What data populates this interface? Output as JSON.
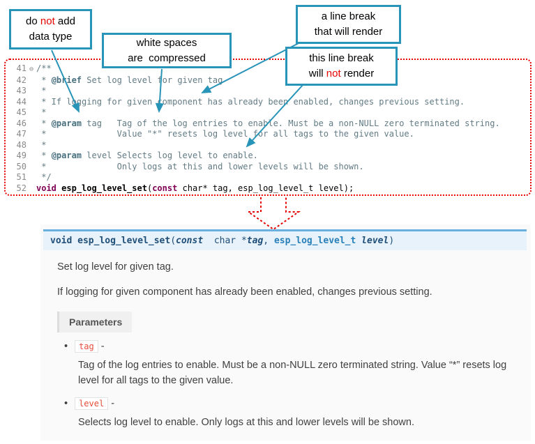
{
  "colors": {
    "callout_border": "#2894b8",
    "annotation_red": "#e60000",
    "code_border": "#e60000",
    "sig_bar_bg": "#e7f2fa",
    "sig_bar_border": "#6ab0de",
    "param_chip_text": "#e74c3c"
  },
  "annotations": {
    "c1": {
      "pre": "do ",
      "neg": "not",
      "post": " add",
      "line2": "data type"
    },
    "c2": {
      "line1": "white spaces",
      "line2": "are  compressed"
    },
    "c3": {
      "line1": "a line break",
      "line2": "that will render"
    },
    "c4": {
      "line1": "this line break",
      "pre": "will ",
      "neg": "not",
      "post": " render"
    }
  },
  "code": {
    "lines": [
      {
        "num": "41",
        "fold": "⊖",
        "c1": "/**"
      },
      {
        "num": "42",
        "c1": " * ",
        "tag": "@brief",
        "c2": " Set log level for given tag"
      },
      {
        "num": "43",
        "c1": " *"
      },
      {
        "num": "44",
        "c1": " * If logging for given component has already been enabled, changes previous setting."
      },
      {
        "num": "45",
        "c1": " *"
      },
      {
        "num": "46",
        "c1": " * ",
        "tag": "@param",
        "c2": " tag   Tag of the log entries to enable. Must be a non-NULL zero terminated string."
      },
      {
        "num": "47",
        "c1": " *              Value \"*\" resets log level for all tags to the given value."
      },
      {
        "num": "48",
        "c1": " *"
      },
      {
        "num": "49",
        "c1": " * ",
        "tag": "@param",
        "c2": " level Selects log level to enable."
      },
      {
        "num": "50",
        "c1": " *              Only logs at this and lower levels will be shown."
      },
      {
        "num": "51",
        "c1": " */"
      },
      {
        "num": "52",
        "k1": "void",
        "s1": " ",
        "fn": "esp_log_level_set",
        "s2": "(",
        "k2": "const",
        "s3": " char* tag, esp_log_level_t level);"
      }
    ]
  },
  "doc": {
    "signature": {
      "ret": "void",
      "name": " esp_log_level_set",
      "open": "(",
      "kconst": "const",
      "type1": "  char *",
      "arg1": "tag",
      "sep": ", ",
      "type2": "esp_log_level_t",
      "sp": " ",
      "arg2": "level",
      "close": ")"
    },
    "p1": "Set log level for given tag.",
    "p2": "If logging for given component has already been enabled, changes previous setting.",
    "parameters_label": "Parameters",
    "bullet": "•",
    "params": [
      {
        "name": "tag",
        "dash": " -",
        "desc": "Tag of the log entries to enable. Must be a non-NULL zero terminated string. Value “*” resets log level for all tags to the given value."
      },
      {
        "name": "level",
        "dash": " -",
        "desc": "Selects log level to enable. Only logs at this and lower levels will be shown."
      }
    ]
  }
}
